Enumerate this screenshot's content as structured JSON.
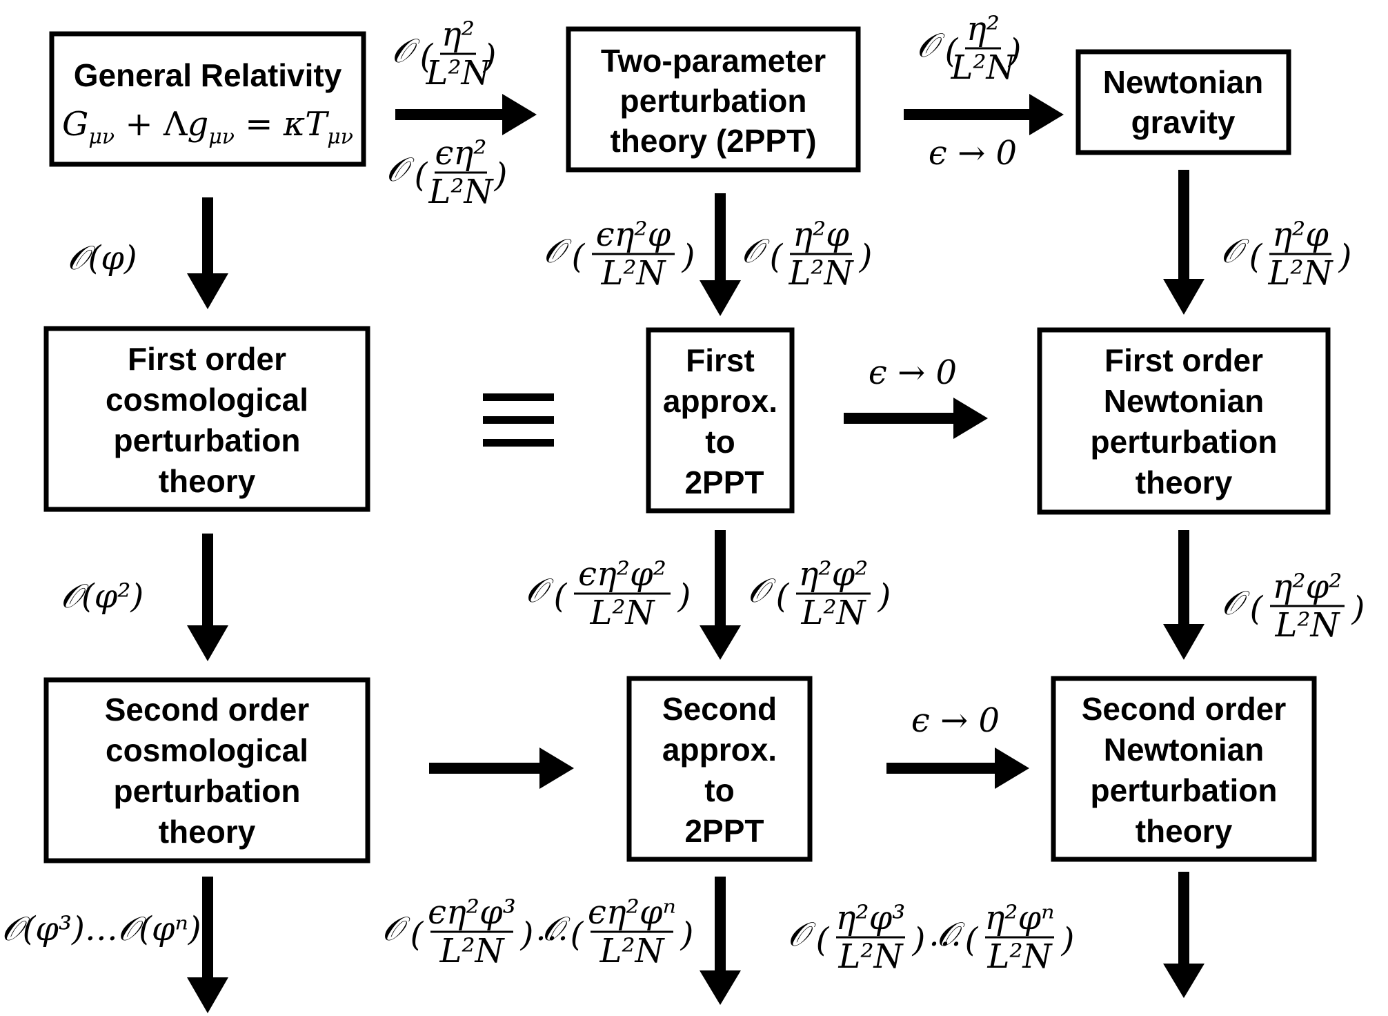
{
  "boxes": {
    "general_relativity": {
      "title": "General Relativity",
      "equation": "Gμν + Λgμν = κTμν"
    },
    "two_parameter": {
      "lines": [
        "Two-parameter",
        "perturbation",
        "theory (2PPT)"
      ]
    },
    "newtonian_gravity": {
      "lines": [
        "Newtonian",
        "gravity"
      ]
    },
    "first_order_cosmo": {
      "lines": [
        "First order",
        "cosmological",
        "perturbation",
        "theory"
      ]
    },
    "first_approx": {
      "lines": [
        "First",
        "approx.",
        "to",
        "2PPT"
      ]
    },
    "first_order_newton": {
      "lines": [
        "First order",
        "Newtonian",
        "perturbation",
        "theory"
      ]
    },
    "second_order_cosmo": {
      "lines": [
        "Second order",
        "cosmological",
        "perturbation",
        "theory"
      ]
    },
    "second_approx": {
      "lines": [
        "Second",
        "approx.",
        "to",
        "2PPT"
      ]
    },
    "second_order_newton": {
      "lines": [
        "Second order",
        "Newtonian",
        "perturbation",
        "theory"
      ]
    }
  },
  "labels": {
    "eps_to_zero": "ϵ → 0",
    "order_phi": "𝒪(φ)",
    "order_phi2": "𝒪(φ²)",
    "order_phi_n": "𝒪(φ³)…𝒪(φⁿ)",
    "equiv": "≡",
    "order_symbol": "𝒪"
  },
  "fractions": {
    "eta2_over_L2": {
      "num": "η²",
      "den": "L²N"
    },
    "eps_eta2_over_L2": {
      "num": "ϵη²",
      "den": "L²N"
    },
    "eps_eta2_phi": {
      "num": "ϵη²φ",
      "den": "L²N"
    },
    "eta2_phi": {
      "num": "η²φ",
      "den": "L²N"
    },
    "eps_eta2_phi2": {
      "num": "ϵη²φ²",
      "den": "L²N"
    },
    "eta2_phi2": {
      "num": "η²φ²",
      "den": "L²N"
    },
    "eps_eta2_phi3": {
      "num": "ϵη²φ³",
      "den": "L²N"
    },
    "eps_eta2_phin": {
      "num": "ϵη²φⁿ",
      "den": "L²N"
    },
    "eta2_phi3": {
      "num": "η²φ³",
      "den": "L²N"
    },
    "eta2_phin": {
      "num": "η²φⁿ",
      "den": "L²N"
    }
  }
}
